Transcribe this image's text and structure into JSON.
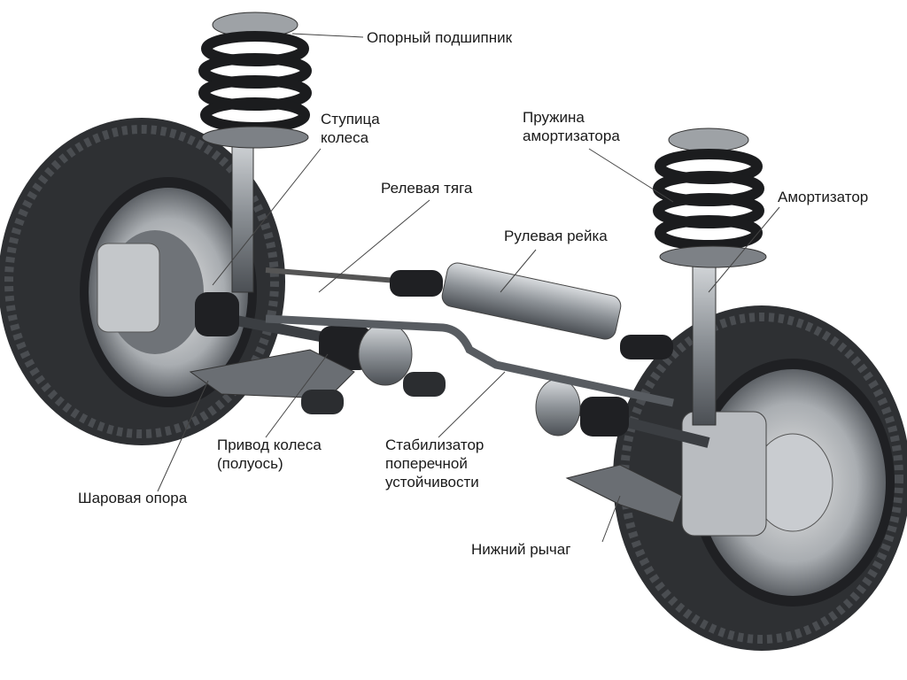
{
  "diagram": {
    "labels": {
      "top_mount": "Опорный подшипник",
      "hub_1": "Ступица",
      "hub_2": "колеса",
      "spring_1": "Пружина",
      "spring_2": "амортизатора",
      "shock": "Амортизатор",
      "tie_rod": "Релевая тяга",
      "steering_rack": "Рулевая рейка",
      "drive_shaft_1": "Привод колеса",
      "drive_shaft_2": "(полуось)",
      "stabilizer_1": "Стабилизатор",
      "stabilizer_2": "поперечной",
      "stabilizer_3": "устойчивости",
      "ball_joint": "Шаровая опора",
      "lower_arm": "Нижний рычаг"
    }
  }
}
